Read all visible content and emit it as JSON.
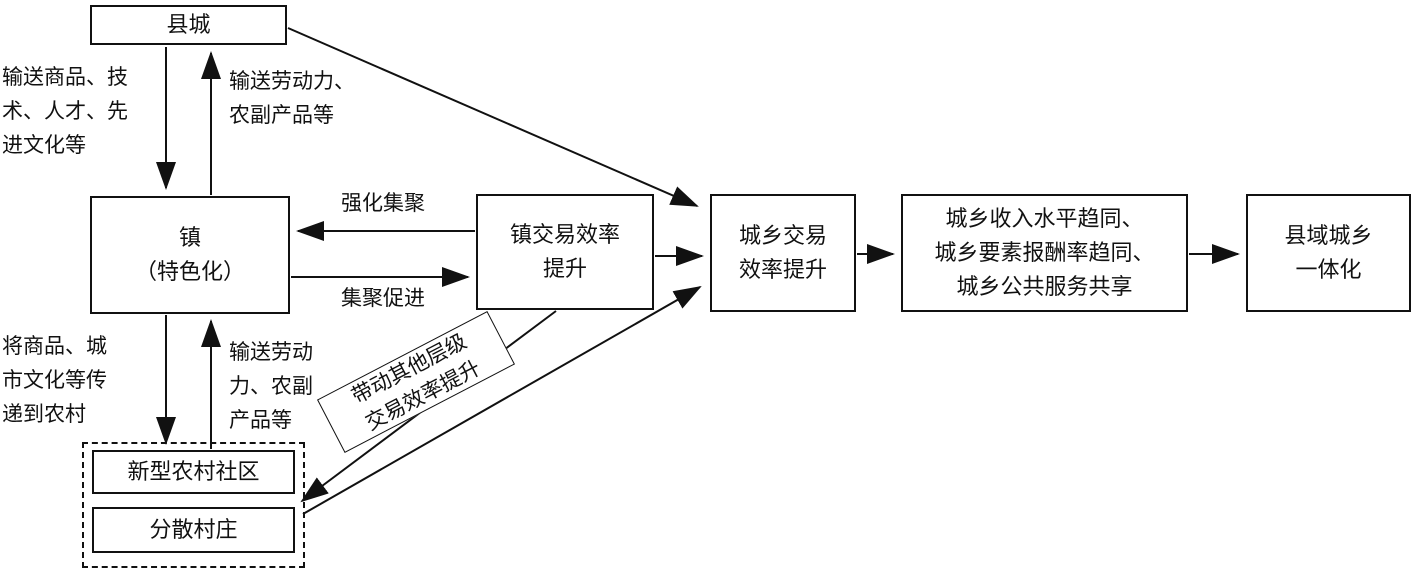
{
  "nodes": {
    "county": "县城",
    "town": "镇\n（特色化）",
    "new_rural_community": "新型农村社区",
    "scattered_villages": "分散村庄",
    "town_efficiency": "镇交易效率\n提升",
    "urban_rural_efficiency": "城乡交易\n效率提升",
    "convergence": "城乡收入水平趋同、\n城乡要素报酬率趋同、\n城乡公共服务共享",
    "integration": "县域城乡\n一体化",
    "drive_other_levels": "带动其他层级\n交易效率提升"
  },
  "edge_labels": {
    "county_to_town": "输送商品、技\n术、人才、先\n进文化等",
    "town_to_county": "输送劳动力、\n农副产品等",
    "strengthen_agglomeration": "强化集聚",
    "agglomeration_promote": "集聚促进",
    "town_to_rural": "将商品、城\n市文化等传\n递到农村",
    "rural_to_town": "输送劳动\n力、农副\n产品等"
  },
  "colors": {
    "line": "#111111",
    "text": "#111111",
    "background": "#ffffff"
  }
}
